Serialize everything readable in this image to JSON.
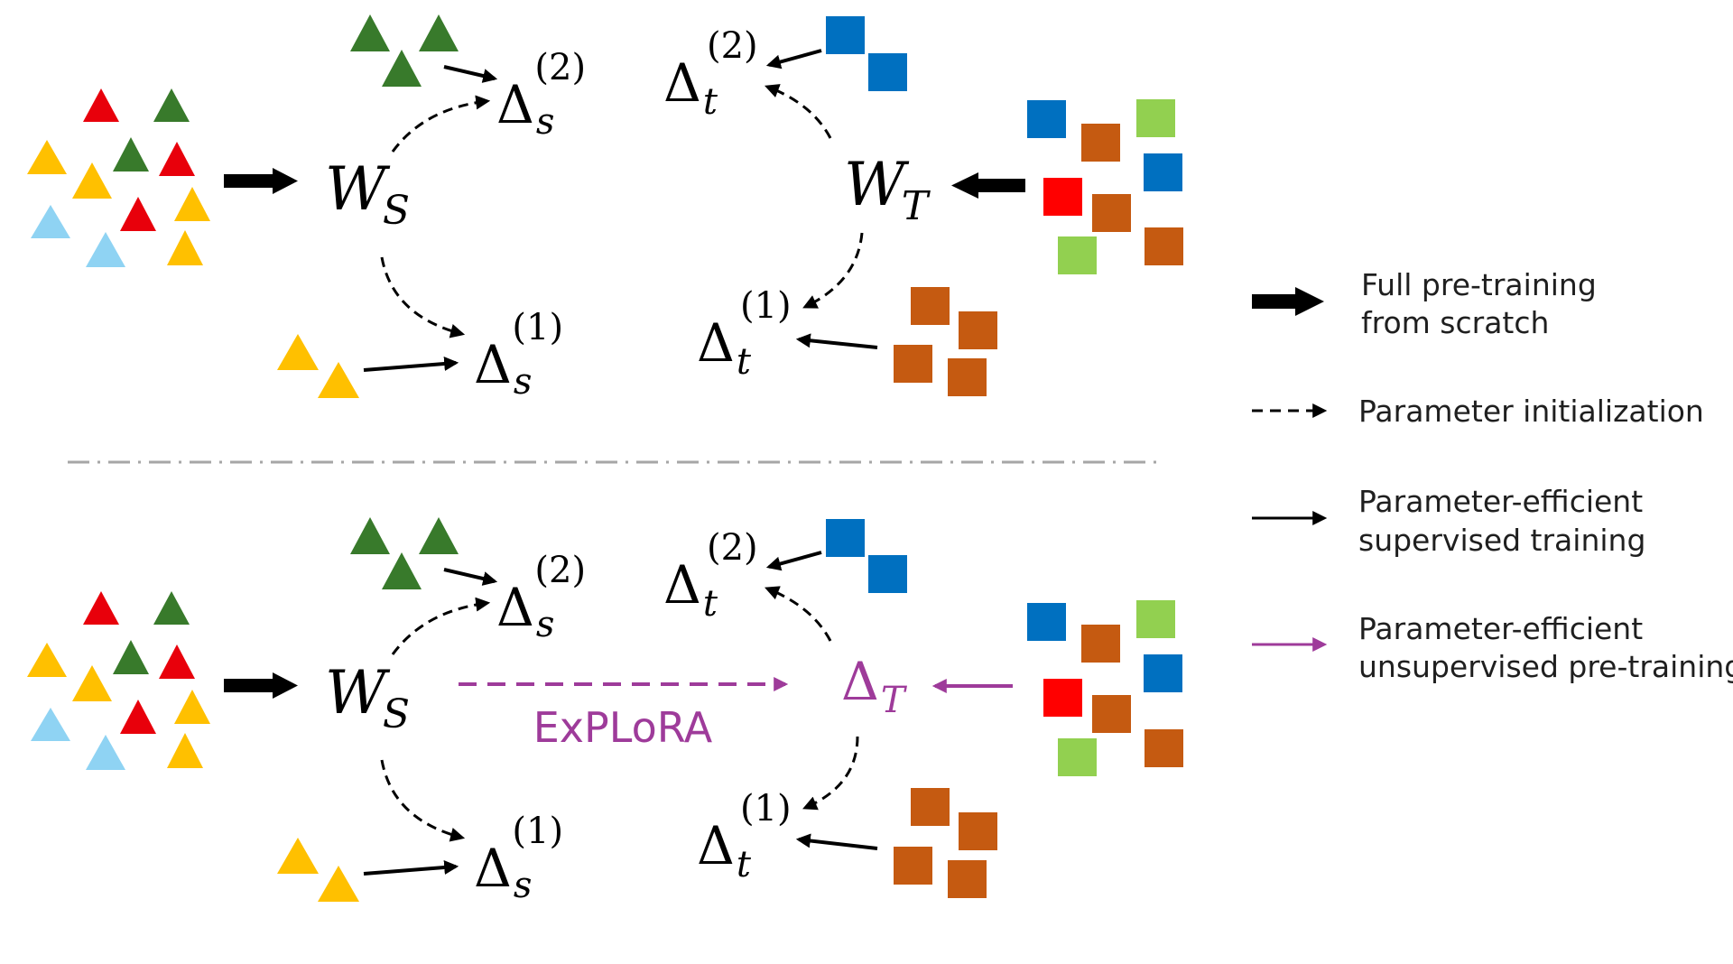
{
  "colors": {
    "triangle_red": "#e8000b",
    "triangle_green": "#387a2b",
    "triangle_yellow": "#ffc000",
    "triangle_lightblue": "#8fd3f3",
    "square_blue": "#0070c0",
    "square_brown": "#c55a11",
    "square_red": "#ff0000",
    "square_lightgreen": "#92d050",
    "arrow_black": "#000000",
    "explora_purple": "#9e3b9a",
    "divider_gray": "#a6a6a6"
  },
  "symbols": {
    "W": "W",
    "Delta": "Δ",
    "sub_S": "S",
    "sub_T": "T",
    "sub_s": "s",
    "sub_t": "t",
    "sup_1": "(1)",
    "sup_2": "(2)"
  },
  "explora_label": "ExPLoRA",
  "legend": [
    {
      "icon": "thick-arrow-icon",
      "line1": "Full pre-training",
      "line2": "from scratch"
    },
    {
      "icon": "dashed-arrow-icon",
      "line1": "Parameter initialization",
      "line2": ""
    },
    {
      "icon": "thin-arrow-icon",
      "line1": "Parameter-efficient",
      "line2": "supervised training"
    },
    {
      "icon": "purple-arrow-icon",
      "line1": "Parameter-efficient",
      "line2": "unsupervised pre-training"
    }
  ]
}
